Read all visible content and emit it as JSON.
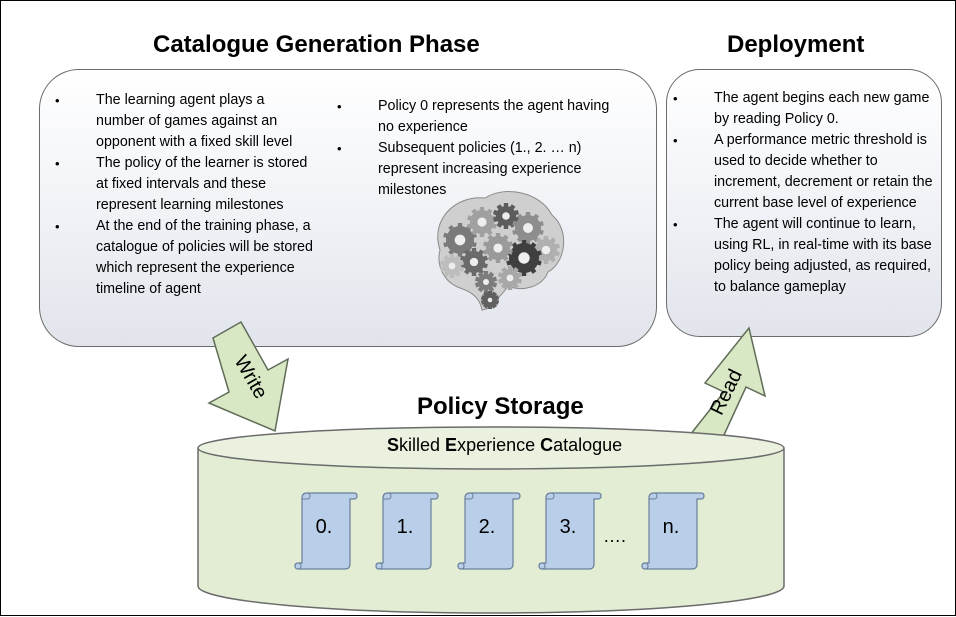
{
  "catalogue": {
    "title": "Catalogue Generation Phase",
    "left_bullets": [
      "The learning agent plays a number of games against an opponent with a fixed skill level",
      "The policy of the learner is stored at fixed intervals and these represent learning milestones",
      "At the end of the training phase, a catalogue of policies will be stored which represent the experience timeline of agent"
    ],
    "right_bullets": [
      "Policy 0 represents the agent having no experience",
      "Subsequent policies (1., 2. … n) represent increasing experience milestones"
    ],
    "brain_icon": "brain-gears-icon"
  },
  "deployment": {
    "title": "Deployment",
    "bullets": [
      "The agent begins each new game by reading Policy 0.",
      "A performance metric threshold is used to decide whether to increment, decrement or retain the current base level of experience",
      "The agent will continue to learn, using RL, in real-time with its base policy being adjusted, as required, to balance gameplay"
    ]
  },
  "arrows": {
    "write": "Write",
    "read": "Read"
  },
  "storage": {
    "title": "Policy Storage",
    "catalogue_label": {
      "s": "S",
      "killed": "killed ",
      "e": "E",
      "xperience": "xperience ",
      "c": "C",
      "atalogue": "atalogue"
    },
    "policies": [
      "0.",
      "1.",
      "2.",
      "3.",
      "n."
    ],
    "ellipsis": "….",
    "colors": {
      "cylinder": "#e2edd4",
      "scroll": "#b9cfe9",
      "arrow": "#d8e8c4"
    }
  }
}
